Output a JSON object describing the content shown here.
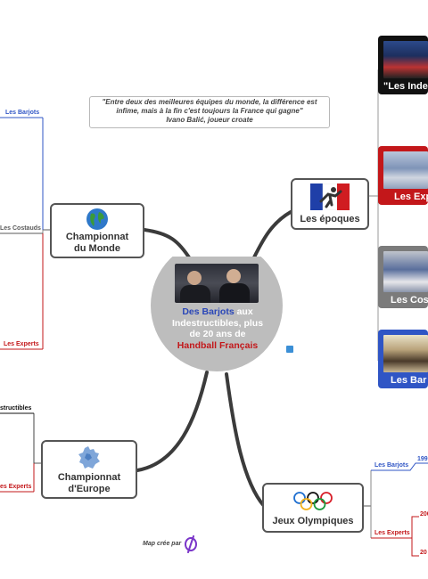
{
  "quote": {
    "line1": "\"Entre deux des meilleures équipes du monde, la différence est",
    "line2": "infime, mais à la fin c'est toujours la France qui gagne\"",
    "line3": "Ivano Balić, joueur croate"
  },
  "center": {
    "part1": "Des Barjots",
    "part2": " aux",
    "part3": "Indestructibles, plus",
    "part4": "de 20 ans de",
    "part5": "Handball Français"
  },
  "topics": {
    "monde_line1": "Championnat",
    "monde_line2": "du Monde",
    "europe_line1": "Championnat",
    "europe_line2": "d'Europe",
    "epoques": "Les époques",
    "jo": "Jeux Olympiques"
  },
  "leaves": {
    "monde_barjots": "Les Barjots",
    "monde_costauds": "Les Costauds",
    "monde_experts": "Les Experts",
    "europe_indestructibles": "structibles",
    "europe_experts": "es Experts",
    "jo_barjots": "Les Barjots",
    "jo_experts": "Les Experts",
    "jo_year1": "199",
    "jo_year2": "200",
    "jo_year3": "20"
  },
  "cards": {
    "indestructibles": "\"Les Inde",
    "experts": "Les Exp",
    "costauds": "Les Cost",
    "barjots": "Les Bar"
  },
  "footer": "Map crée par",
  "colors": {
    "barjots": "#2f55c5",
    "costauds": "#5a5a5a",
    "experts": "#c3171a",
    "indestructibles": "#111111",
    "branch": "#3b3b3b"
  }
}
